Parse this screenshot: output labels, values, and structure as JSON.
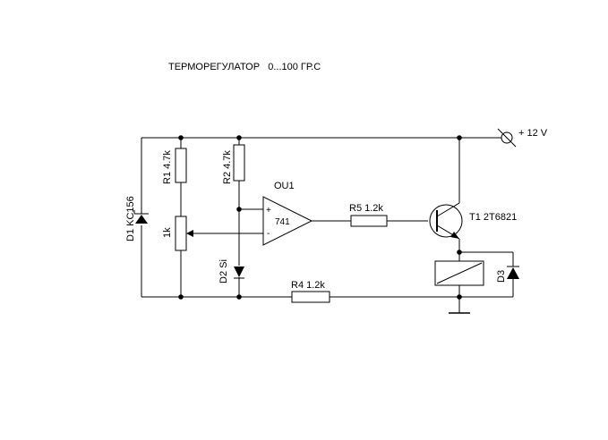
{
  "title": "ТЕРМОРЕГУЛАТОР   0...100 ГР.С",
  "supply": {
    "label": "+ 12 V"
  },
  "components": {
    "d1": {
      "label": "D1 KC156"
    },
    "r1": {
      "label": "R1 4.7k"
    },
    "pot": {
      "label": "1k"
    },
    "r2": {
      "label": "R2 4.7k"
    },
    "d2": {
      "label": "D2 Si"
    },
    "opamp": {
      "ref": "OU1",
      "type": "741",
      "plus": "+",
      "minus": "-"
    },
    "r5": {
      "label": "R5 1.2k"
    },
    "t1": {
      "label": "T1 2T6821"
    },
    "r4": {
      "label": "R4 1.2k"
    },
    "d3": {
      "label": "D3"
    }
  },
  "icons": [
    "supply-terminal-icon",
    "zener-diode-icon",
    "resistor-icon",
    "potentiometer-icon",
    "diode-icon",
    "opamp-icon",
    "transistor-icon",
    "relay-coil-icon",
    "ground-icon"
  ]
}
